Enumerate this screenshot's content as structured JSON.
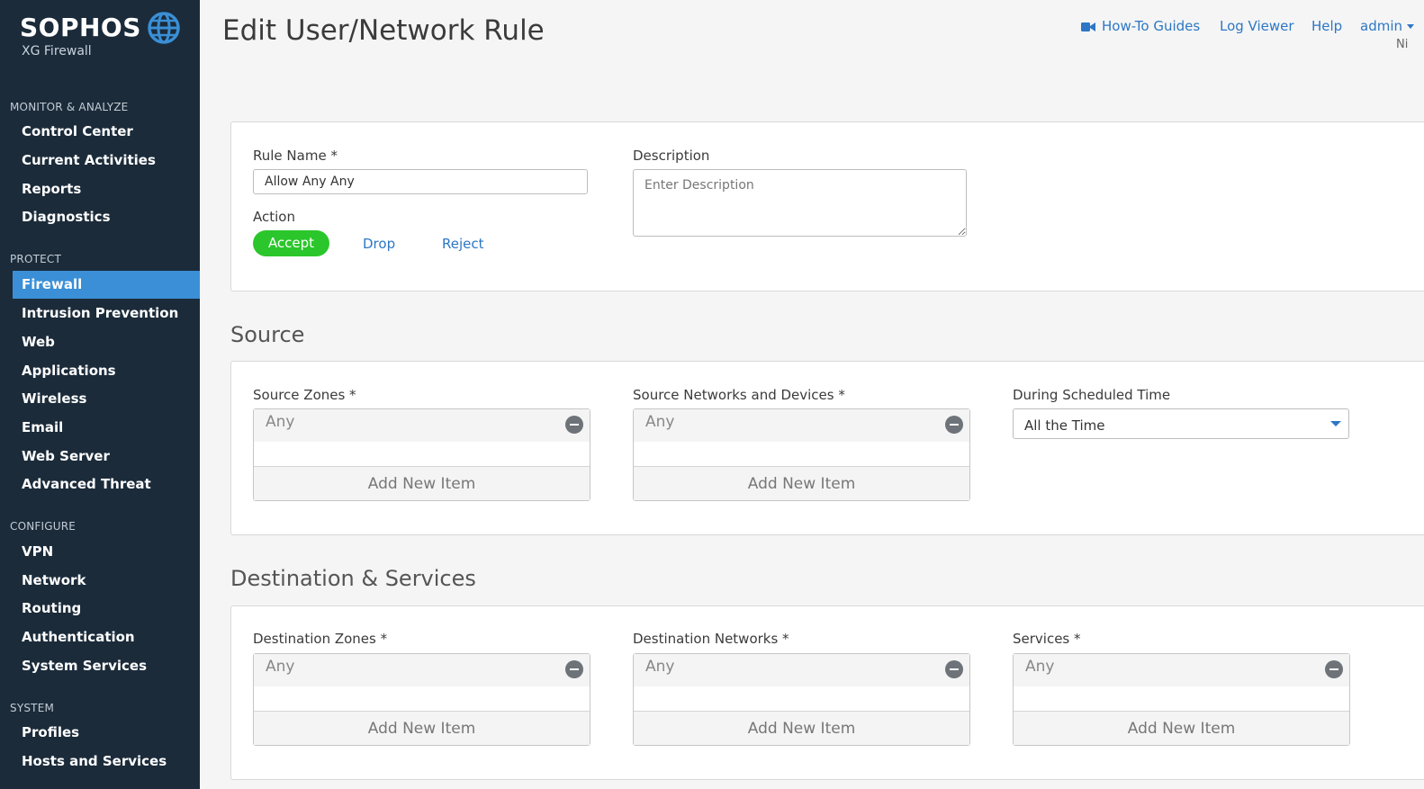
{
  "brand": {
    "name": "SOPHOS",
    "product": "XG Firewall",
    "color": "#3a8fd6"
  },
  "sidebar": {
    "sections": [
      {
        "title": "MONITOR & ANALYZE",
        "items": [
          "Control Center",
          "Current Activities",
          "Reports",
          "Diagnostics"
        ]
      },
      {
        "title": "PROTECT",
        "items": [
          "Firewall",
          "Intrusion Prevention",
          "Web",
          "Applications",
          "Wireless",
          "Email",
          "Web Server",
          "Advanced Threat"
        ]
      },
      {
        "title": "CONFIGURE",
        "items": [
          "VPN",
          "Network",
          "Routing",
          "Authentication",
          "System Services"
        ]
      },
      {
        "title": "SYSTEM",
        "items": [
          "Profiles",
          "Hosts and Services"
        ]
      }
    ],
    "active_item": "Firewall"
  },
  "header": {
    "title": "Edit User/Network Rule",
    "links": {
      "how_to": "How-To Guides",
      "log_viewer": "Log Viewer",
      "help": "Help",
      "user": "admin"
    },
    "sub_user": "Ni"
  },
  "rule": {
    "name_label": "Rule Name *",
    "name_value": "Allow Any Any",
    "description_label": "Description",
    "description_placeholder": "Enter Description",
    "action_label": "Action",
    "actions": {
      "accept": "Accept",
      "drop": "Drop",
      "reject": "Reject"
    },
    "selected_action": "Accept",
    "accept_color": "#2bc62b"
  },
  "source": {
    "title": "Source",
    "zones_label": "Source Zones *",
    "zones_value": "Any",
    "networks_label": "Source Networks and Devices *",
    "networks_value": "Any",
    "schedule_label": "During Scheduled Time",
    "schedule_value": "All the Time",
    "add_item": "Add New Item"
  },
  "destination": {
    "title": "Destination & Services",
    "zones_label": "Destination Zones *",
    "zones_value": "Any",
    "networks_label": "Destination Networks *",
    "networks_value": "Any",
    "services_label": "Services *",
    "services_value": "Any",
    "add_item": "Add New Item"
  }
}
